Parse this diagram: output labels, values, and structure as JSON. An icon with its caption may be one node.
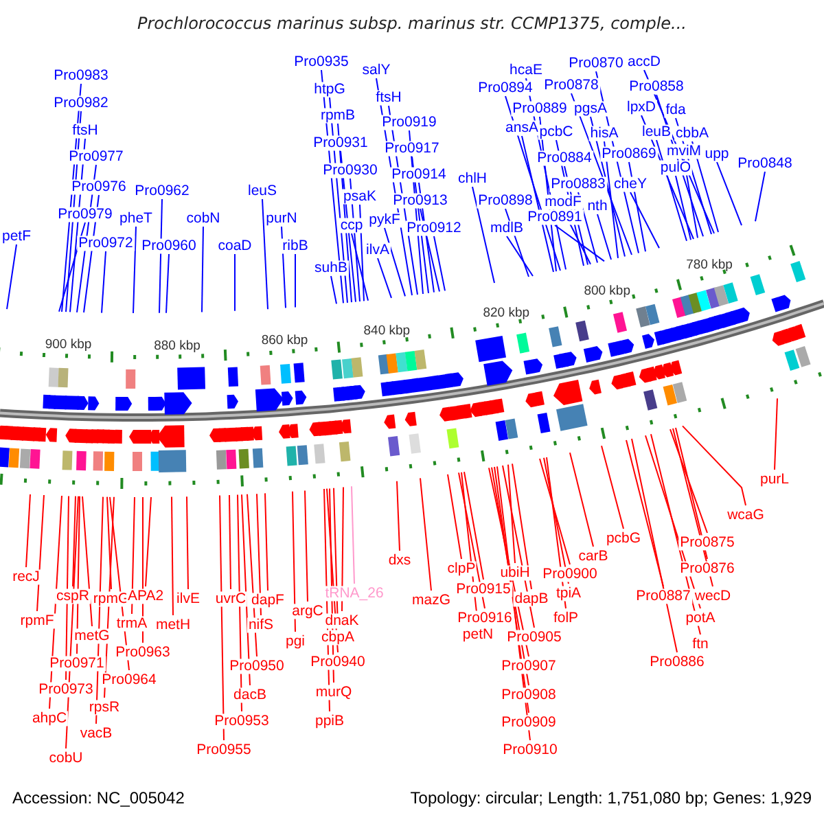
{
  "diagram": {
    "title": "Prochlorococcus marinus subsp. marinus str. CCMP1375, comple...",
    "nodes": [
      {
        "text": [
          "Pro0983"
        ]
      },
      {
        "text": [
          "Pro0982"
        ]
      },
      {
        "text": [
          "ftsH"
        ]
      },
      {
        "text": [
          "Pro0977"
        ]
      },
      {
        "text": [
          "Pro0976"
        ]
      },
      {
        "text": [
          "Pro0979"
        ]
      },
      {
        "text": [
          "Pro0972"
        ]
      },
      {
        "text": [
          "petF"
        ]
      },
      {
        "text": [
          "pheT"
        ]
      },
      {
        "text": [
          "Pro0962"
        ]
      },
      {
        "text": [
          "Pro0960"
        ]
      },
      {
        "text": [
          "cobN"
        ]
      },
      {
        "text": [
          "coaD"
        ]
      },
      {
        "text": [
          "leuS"
        ]
      },
      {
        "text": [
          "purN"
        ]
      },
      {
        "text": [
          "ribB"
        ]
      },
      {
        "text": [
          "Pro0935"
        ]
      },
      {
        "text": [
          "htpG"
        ]
      },
      {
        "text": [
          "rpmB"
        ]
      },
      {
        "text": [
          "Pro0931"
        ]
      },
      {
        "text": [
          "Pro0930"
        ]
      },
      {
        "text": [
          "psaK"
        ]
      },
      {
        "text": [
          "ccp"
        ]
      },
      {
        "text": [
          "suhB"
        ]
      },
      {
        "text": [
          "salY"
        ]
      },
      {
        "text": [
          "ftsH"
        ]
      },
      {
        "text": [
          "Pro0919"
        ]
      },
      {
        "text": [
          "Pro0917"
        ]
      },
      {
        "text": [
          "Pro0914"
        ]
      },
      {
        "text": [
          "Pro0913"
        ]
      },
      {
        "text": [
          "Pro0912"
        ]
      },
      {
        "text": [
          "pykF"
        ]
      },
      {
        "text": [
          "ilvA"
        ]
      },
      {
        "text": [
          "chlH"
        ]
      },
      {
        "text": [
          "Pro0894"
        ]
      },
      {
        "text": [
          "hcaE"
        ]
      },
      {
        "text": [
          "Pro0889"
        ]
      },
      {
        "text": [
          "ansA"
        ]
      },
      {
        "text": [
          "pcbC"
        ]
      },
      {
        "text": [
          "Pro0884"
        ]
      },
      {
        "text": [
          "Pro0878"
        ]
      },
      {
        "text": [
          "Pro0870"
        ]
      },
      {
        "text": [
          "accD"
        ]
      },
      {
        "text": [
          "Pro0858"
        ]
      },
      {
        "text": [
          "pgsA"
        ]
      },
      {
        "text": [
          "lpxD"
        ]
      },
      {
        "text": [
          "fda"
        ]
      },
      {
        "text": [
          "hisA"
        ]
      },
      {
        "text": [
          "leuB"
        ]
      },
      {
        "text": [
          "cbbA"
        ]
      },
      {
        "text": [
          "Pro0869"
        ]
      },
      {
        "text": [
          "mviM"
        ]
      },
      {
        "text": [
          "upp"
        ]
      },
      {
        "text": [
          "Pro0848"
        ]
      },
      {
        "text": [
          "pulO"
        ]
      },
      {
        "text": [
          "Pro0883"
        ]
      },
      {
        "text": [
          "cheY"
        ]
      },
      {
        "text": [
          "Pro0898"
        ]
      },
      {
        "text": [
          "modF"
        ]
      },
      {
        "text": [
          "nth"
        ]
      },
      {
        "text": [
          "Pro0891"
        ]
      },
      {
        "text": [
          "mdlB"
        ]
      },
      {
        "text": [
          "recJ"
        ]
      },
      {
        "text": [
          "rpmF"
        ]
      },
      {
        "text": [
          "cspR"
        ]
      },
      {
        "text": [
          "rpmG"
        ]
      },
      {
        "text": [
          "APA2"
        ]
      },
      {
        "text": [
          "ilvE"
        ]
      },
      {
        "text": [
          "metG"
        ]
      },
      {
        "text": [
          "trmA"
        ]
      },
      {
        "text": [
          "metH"
        ]
      },
      {
        "text": [
          "Pro0971"
        ]
      },
      {
        "text": [
          "Pro0963"
        ]
      },
      {
        "text": [
          "Pro0973"
        ]
      },
      {
        "text": [
          "Pro0964"
        ]
      },
      {
        "text": [
          "ahpC"
        ]
      },
      {
        "text": [
          "rpsR"
        ]
      },
      {
        "text": [
          "vacB"
        ]
      },
      {
        "text": [
          "cobU"
        ]
      },
      {
        "text": [
          "uvrC"
        ]
      },
      {
        "text": [
          "dapF"
        ]
      },
      {
        "text": [
          "nifS"
        ]
      },
      {
        "text": [
          "Pro0950"
        ]
      },
      {
        "text": [
          "dacB"
        ]
      },
      {
        "text": [
          "Pro0953"
        ]
      },
      {
        "text": [
          "Pro0955"
        ]
      },
      {
        "text": [
          "argC"
        ]
      },
      {
        "text": [
          "pgi"
        ]
      },
      {
        "text": [
          "tRNA_26"
        ]
      },
      {
        "text": [
          "dnaK"
        ]
      },
      {
        "text": [
          "cbpA"
        ]
      },
      {
        "text": [
          "Pro0940"
        ]
      },
      {
        "text": [
          "murQ"
        ]
      },
      {
        "text": [
          "ppiB"
        ]
      },
      {
        "text": [
          "dxs"
        ]
      },
      {
        "text": [
          "mazG"
        ]
      },
      {
        "text": [
          "clpP"
        ]
      },
      {
        "text": [
          "Pro0915"
        ]
      },
      {
        "text": [
          "ubiH"
        ]
      },
      {
        "text": [
          "dapB"
        ]
      },
      {
        "text": [
          "Pro0916"
        ]
      },
      {
        "text": [
          "petN"
        ]
      },
      {
        "text": [
          "Pro0905"
        ]
      },
      {
        "text": [
          "Pro0907"
        ]
      },
      {
        "text": [
          "Pro0908"
        ]
      },
      {
        "text": [
          "Pro0909"
        ]
      },
      {
        "text": [
          "Pro0910"
        ]
      },
      {
        "text": [
          "Pro0900"
        ]
      },
      {
        "text": [
          "tpiA"
        ]
      },
      {
        "text": [
          "folP"
        ]
      },
      {
        "text": [
          "carB"
        ]
      },
      {
        "text": [
          "pcbG"
        ]
      },
      {
        "text": [
          "Pro0887"
        ]
      },
      {
        "text": [
          "wecD"
        ]
      },
      {
        "text": [
          "potA"
        ]
      },
      {
        "text": [
          "ftn"
        ]
      },
      {
        "text": [
          "Pro0886"
        ]
      },
      {
        "text": [
          "Pro0875"
        ]
      },
      {
        "text": [
          "Pro0876"
        ]
      },
      {
        "text": [
          "wcaG"
        ]
      },
      {
        "text": [
          "purL"
        ]
      }
    ],
    "edges": [
      {
        "from": 0,
        "to": null,
        "arrow": "none"
      },
      {
        "from": 1,
        "to": null,
        "arrow": "none"
      },
      {
        "from": 2,
        "to": null,
        "arrow": "none"
      },
      {
        "from": 3,
        "to": null,
        "arrow": "none"
      },
      {
        "from": 4,
        "to": null,
        "arrow": "none"
      },
      {
        "from": 5,
        "to": null,
        "arrow": "none"
      },
      {
        "from": 6,
        "to": null,
        "arrow": "none"
      },
      {
        "from": 7,
        "to": null,
        "arrow": "none"
      },
      {
        "from": 8,
        "to": null,
        "arrow": "none"
      },
      {
        "from": 9,
        "to": null,
        "arrow": "none"
      },
      {
        "from": 10,
        "to": null,
        "arrow": "none"
      },
      {
        "from": 11,
        "to": null,
        "arrow": "none"
      },
      {
        "from": 12,
        "to": null,
        "arrow": "none"
      },
      {
        "from": 13,
        "to": null,
        "arrow": "none"
      },
      {
        "from": 14,
        "to": null,
        "arrow": "none"
      },
      {
        "from": 15,
        "to": null,
        "arrow": "none"
      },
      {
        "from": 16,
        "to": null,
        "arrow": "none"
      },
      {
        "from": 17,
        "to": null,
        "arrow": "none"
      },
      {
        "from": 18,
        "to": null,
        "arrow": "none"
      },
      {
        "from": 19,
        "to": null,
        "arrow": "none"
      },
      {
        "from": 20,
        "to": null,
        "arrow": "none"
      },
      {
        "from": 21,
        "to": null,
        "arrow": "none"
      },
      {
        "from": 22,
        "to": null,
        "arrow": "none"
      },
      {
        "from": 23,
        "to": null,
        "arrow": "none"
      },
      {
        "from": 24,
        "to": null,
        "arrow": "none"
      },
      {
        "from": 25,
        "to": null,
        "arrow": "none"
      },
      {
        "from": 26,
        "to": null,
        "arrow": "none"
      },
      {
        "from": 27,
        "to": null,
        "arrow": "none"
      },
      {
        "from": 28,
        "to": null,
        "arrow": "none"
      },
      {
        "from": 29,
        "to": null,
        "arrow": "none"
      },
      {
        "from": 30,
        "to": null,
        "arrow": "none"
      },
      {
        "from": 31,
        "to": null,
        "arrow": "none"
      },
      {
        "from": 32,
        "to": null,
        "arrow": "none"
      },
      {
        "from": 33,
        "to": null,
        "arrow": "none"
      },
      {
        "from": 34,
        "to": null,
        "arrow": "none"
      },
      {
        "from": 35,
        "to": null,
        "arrow": "none"
      },
      {
        "from": 36,
        "to": null,
        "arrow": "none"
      },
      {
        "from": 37,
        "to": null,
        "arrow": "none"
      },
      {
        "from": 38,
        "to": null,
        "arrow": "none"
      },
      {
        "from": 39,
        "to": null,
        "arrow": "none"
      },
      {
        "from": 40,
        "to": null,
        "arrow": "none"
      },
      {
        "from": 41,
        "to": null,
        "arrow": "none"
      },
      {
        "from": 42,
        "to": null,
        "arrow": "none"
      },
      {
        "from": 43,
        "to": null,
        "arrow": "none"
      },
      {
        "from": 44,
        "to": null,
        "arrow": "none"
      },
      {
        "from": 45,
        "to": null,
        "arrow": "none"
      },
      {
        "from": 46,
        "to": null,
        "arrow": "none"
      },
      {
        "from": 47,
        "to": null,
        "arrow": "none"
      },
      {
        "from": 48,
        "to": null,
        "arrow": "none"
      },
      {
        "from": 49,
        "to": null,
        "arrow": "none"
      },
      {
        "from": 50,
        "to": null,
        "arrow": "none"
      },
      {
        "from": 51,
        "to": null,
        "arrow": "none"
      },
      {
        "from": 52,
        "to": null,
        "arrow": "none"
      },
      {
        "from": 53,
        "to": null,
        "arrow": "none"
      },
      {
        "from": 54,
        "to": null,
        "arrow": "none"
      },
      {
        "from": 55,
        "to": null,
        "arrow": "none"
      },
      {
        "from": 56,
        "to": null,
        "arrow": "none"
      },
      {
        "from": 57,
        "to": null,
        "arrow": "none"
      },
      {
        "from": 58,
        "to": null,
        "arrow": "none"
      },
      {
        "from": 59,
        "to": null,
        "arrow": "none"
      },
      {
        "from": 60,
        "to": null,
        "arrow": "none"
      },
      {
        "from": 61,
        "to": null,
        "arrow": "none"
      },
      {
        "from": 62,
        "to": null,
        "arrow": "none",
        "color": "#ff0000"
      },
      {
        "from": 63,
        "to": null,
        "arrow": "none",
        "color": "#ff0000"
      },
      {
        "from": 64,
        "to": null,
        "arrow": "none",
        "color": "#ff0000"
      },
      {
        "from": 65,
        "to": null,
        "arrow": "none",
        "color": "#ff0000"
      },
      {
        "from": 66,
        "to": null,
        "arrow": "none",
        "color": "#ff0000"
      },
      {
        "from": 67,
        "to": null,
        "arrow": "none",
        "color": "#ff0000"
      },
      {
        "from": 68,
        "to": null,
        "arrow": "none",
        "color": "#ff0000"
      },
      {
        "from": 69,
        "to": null,
        "arrow": "none",
        "color": "#ff0000"
      },
      {
        "from": 70,
        "to": null,
        "arrow": "none",
        "color": "#ff0000"
      },
      {
        "from": 71,
        "to": null,
        "arrow": "none",
        "color": "#ff0000"
      },
      {
        "from": 72,
        "to": null,
        "arrow": "none",
        "color": "#ff0000"
      },
      {
        "from": 73,
        "to": null,
        "arrow": "none",
        "color": "#ff0000"
      },
      {
        "from": 74,
        "to": null,
        "arrow": "none",
        "color": "#ff0000"
      },
      {
        "from": 75,
        "to": null,
        "arrow": "none",
        "color": "#ff0000"
      },
      {
        "from": 76,
        "to": null,
        "arrow": "none",
        "color": "#ff0000"
      },
      {
        "from": 77,
        "to": null,
        "arrow": "none",
        "color": "#ff0000"
      },
      {
        "from": 78,
        "to": null,
        "arrow": "none",
        "color": "#ff0000"
      },
      {
        "from": 79,
        "to": null,
        "arrow": "none",
        "color": "#ff0000"
      },
      {
        "from": 80,
        "to": null,
        "arrow": "none",
        "color": "#ff0000"
      },
      {
        "from": 81,
        "to": null,
        "arrow": "none",
        "color": "#ff0000"
      },
      {
        "from": 82,
        "to": null,
        "arrow": "none",
        "color": "#ff0000"
      },
      {
        "from": 83,
        "to": null,
        "arrow": "none",
        "color": "#ff0000"
      },
      {
        "from": 84,
        "to": null,
        "arrow": "none",
        "color": "#ff0000"
      },
      {
        "from": 85,
        "to": null,
        "arrow": "none",
        "color": "#ff0000"
      },
      {
        "from": 86,
        "to": null,
        "arrow": "none",
        "color": "#ff0000"
      },
      {
        "from": 87,
        "to": null,
        "arrow": "none",
        "color": "#ff0000"
      },
      {
        "from": 88,
        "to": null,
        "arrow": "none",
        "color": "#ff99cc"
      },
      {
        "from": 89,
        "to": null,
        "arrow": "none",
        "color": "#ff0000"
      },
      {
        "from": 90,
        "to": null,
        "arrow": "none",
        "color": "#ff0000"
      },
      {
        "from": 91,
        "to": null,
        "arrow": "none",
        "color": "#ff0000"
      },
      {
        "from": 92,
        "to": null,
        "arrow": "none",
        "color": "#ff0000"
      },
      {
        "from": 93,
        "to": null,
        "arrow": "none",
        "color": "#ff0000"
      },
      {
        "from": 94,
        "to": null,
        "arrow": "none",
        "color": "#ff0000"
      },
      {
        "from": 95,
        "to": null,
        "arrow": "none",
        "color": "#ff0000"
      },
      {
        "from": 96,
        "to": null,
        "arrow": "none",
        "color": "#ff0000"
      },
      {
        "from": 97,
        "to": null,
        "arrow": "none",
        "color": "#ff0000"
      },
      {
        "from": 98,
        "to": null,
        "arrow": "none",
        "color": "#ff0000"
      },
      {
        "from": 99,
        "to": null,
        "arrow": "none",
        "color": "#ff0000"
      },
      {
        "from": 100,
        "to": null,
        "arrow": "none",
        "color": "#ff0000"
      },
      {
        "from": 101,
        "to": null,
        "arrow": "none",
        "color": "#ff0000"
      },
      {
        "from": 102,
        "to": null,
        "arrow": "none",
        "color": "#ff0000"
      },
      {
        "from": 103,
        "to": null,
        "arrow": "none",
        "color": "#ff0000"
      },
      {
        "from": 104,
        "to": null,
        "arrow": "none",
        "color": "#ff0000"
      },
      {
        "from": 105,
        "to": null,
        "arrow": "none",
        "color": "#ff0000"
      },
      {
        "from": 106,
        "to": null,
        "arrow": "none",
        "color": "#ff0000"
      },
      {
        "from": 107,
        "to": null,
        "arrow": "none",
        "color": "#ff0000"
      },
      {
        "from": 108,
        "to": null,
        "arrow": "none",
        "color": "#ff0000"
      },
      {
        "from": 109,
        "to": null,
        "arrow": "none",
        "color": "#ff0000"
      },
      {
        "from": 110,
        "to": null,
        "arrow": "none",
        "color": "#ff0000"
      },
      {
        "from": 111,
        "to": null,
        "arrow": "none",
        "color": "#ff0000"
      },
      {
        "from": 112,
        "to": null,
        "arrow": "none",
        "color": "#ff0000"
      },
      {
        "from": 113,
        "to": null,
        "arrow": "none",
        "color": "#ff0000"
      },
      {
        "from": 114,
        "to": null,
        "arrow": "none",
        "color": "#ff0000"
      },
      {
        "from": 115,
        "to": null,
        "arrow": "none",
        "color": "#ff0000"
      },
      {
        "from": 116,
        "to": null,
        "arrow": "none",
        "color": "#ff0000"
      },
      {
        "from": 117,
        "to": null,
        "arrow": "none",
        "color": "#ff0000"
      },
      {
        "from": 118,
        "to": null,
        "arrow": "none",
        "color": "#ff0000"
      },
      {
        "from": 119,
        "to": null,
        "arrow": "none",
        "color": "#ff0000"
      },
      {
        "from": 120,
        "to": null,
        "arrow": "none",
        "color": "#ff0000"
      }
    ],
    "labels": [
      "900 kbp",
      "880 kbp",
      "860 kbp",
      "840 kbp",
      "820 kbp",
      "800 kbp",
      "780 kbp",
      "Accession: NC_005042",
      "Topology: circular; Length: 1,751,080 bp; Genes: 1,929"
    ]
  }
}
